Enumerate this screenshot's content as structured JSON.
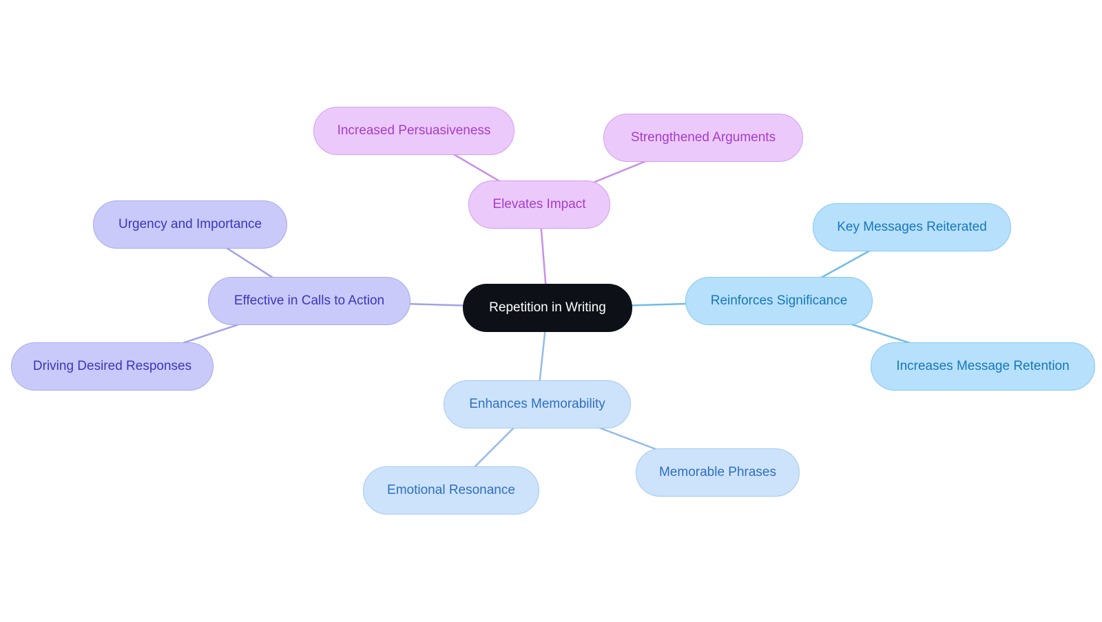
{
  "diagram": {
    "root": {
      "label": "Repetition in Writing",
      "fill": "#0d1117",
      "text": "#ffffff",
      "border": "#0d1117"
    },
    "branches": [
      {
        "key": "impact",
        "label": "Elevates Impact",
        "colors": {
          "fill": "#ecc9fb",
          "border": "#d49cf0",
          "text": "#a33dcc",
          "line": "#c98ee8"
        },
        "children": [
          {
            "key": "persuasion",
            "label": "Increased Persuasiveness"
          },
          {
            "key": "arguments",
            "label": "Strengthened Arguments"
          }
        ]
      },
      {
        "key": "significance",
        "label": "Reinforces Significance",
        "colors": {
          "fill": "#b7e0fc",
          "border": "#83c7f4",
          "text": "#1777bd",
          "line": "#6fbbe9"
        },
        "children": [
          {
            "key": "reiterated",
            "label": "Key Messages Reiterated"
          },
          {
            "key": "retention",
            "label": "Increases Message Retention"
          }
        ]
      },
      {
        "key": "memorability",
        "label": "Enhances Memorability",
        "colors": {
          "fill": "#cde3fb",
          "border": "#a3c8f1",
          "text": "#2f6ec2",
          "line": "#93bbe8"
        },
        "children": [
          {
            "key": "emotional",
            "label": "Emotional Resonance"
          },
          {
            "key": "phrases",
            "label": "Memorable Phrases"
          }
        ]
      },
      {
        "key": "cta",
        "label": "Effective in Calls to Action",
        "colors": {
          "fill": "#c9caf9",
          "border": "#a7a9f0",
          "text": "#3c35c2",
          "line": "#9fa1ea"
        },
        "children": [
          {
            "key": "urgency",
            "label": "Urgency and Importance"
          },
          {
            "key": "driving",
            "label": "Driving Desired Responses"
          }
        ]
      }
    ]
  }
}
